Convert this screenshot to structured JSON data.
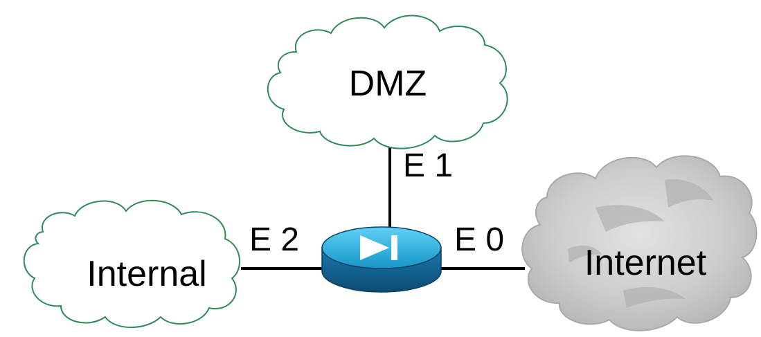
{
  "clouds": {
    "dmz": "DMZ",
    "internal": "Internal",
    "internet": "Internet"
  },
  "ports": {
    "e0": "E 0",
    "e1": "E 1",
    "e2": "E 2"
  },
  "colors": {
    "line": "#000000",
    "cloud_outline": "#2e8b57",
    "internet_cloud": "#c8c8c8",
    "device_top": "#1aa6dc",
    "device_side": "#0a5f8f"
  }
}
